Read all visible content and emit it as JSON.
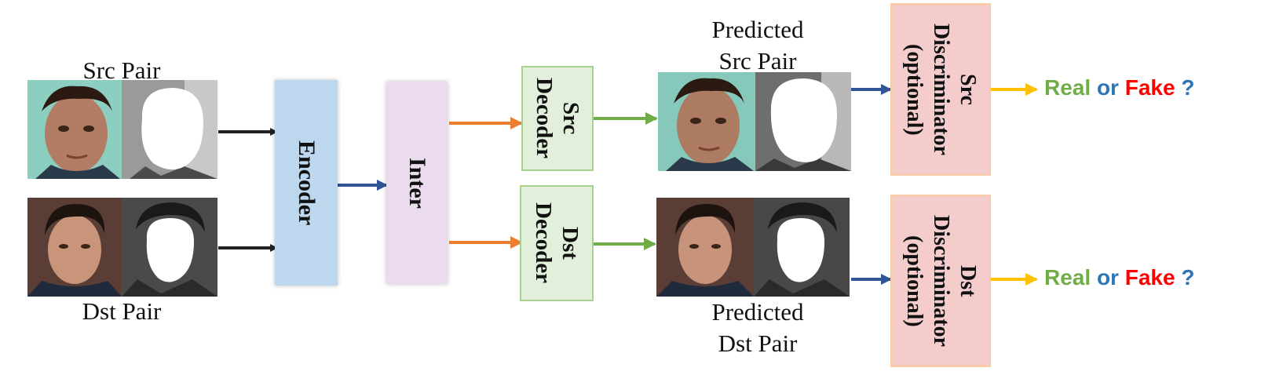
{
  "labels": {
    "src_pair": "Src Pair",
    "dst_pair": "Dst Pair",
    "pred_src_line1": "Predicted",
    "pred_src_line2": "Src Pair",
    "pred_dst_line1": "Predicted",
    "pred_dst_line2": "Dst Pair"
  },
  "blocks": {
    "encoder": "Encoder",
    "inter": "Inter",
    "src_decoder_line1": "Src",
    "src_decoder_line2": "Decoder",
    "dst_decoder_line1": "Dst",
    "dst_decoder_line2": "Decoder",
    "src_disc_line1": "Src",
    "src_disc_line2": "Discriminator",
    "src_disc_line3": "(optional)",
    "dst_disc_line1": "Dst",
    "dst_disc_line2": "Discriminator",
    "dst_disc_line3": "(optional)"
  },
  "result": {
    "real": "Real",
    "or": "or",
    "fake": "Fake",
    "q": "?"
  },
  "colors": {
    "encoder_fill": "#bdd7ee",
    "inter_fill": "#eadcee",
    "decoder_fill": "#e2efda",
    "decoder_border": "#a9d18e",
    "disc_fill": "#f4cccc",
    "disc_border": "#f8cbad",
    "arrow_black": "#222222",
    "arrow_blue": "#2f5597",
    "arrow_orange": "#ed7d31",
    "arrow_green": "#70ad47",
    "arrow_yellow": "#ffc000",
    "real_color": "#70ad47",
    "or_color": "#2e75b6",
    "fake_color": "#ff0000"
  }
}
